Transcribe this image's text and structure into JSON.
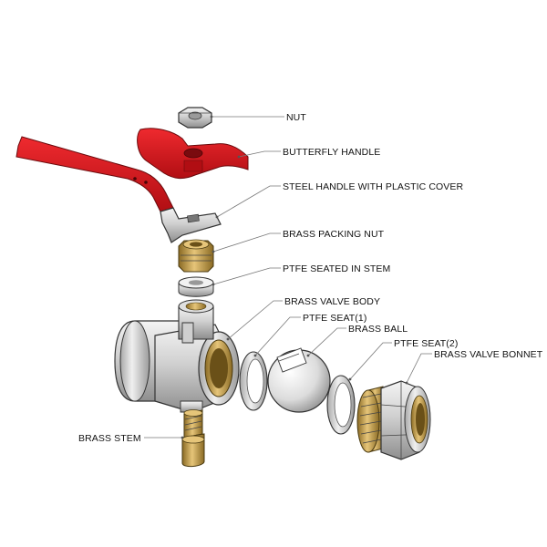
{
  "labels": {
    "nut": "NUT",
    "butterfly_handle": "BUTTERFLY HANDLE",
    "steel_handle": "STEEL HANDLE WITH PLASTIC COVER",
    "brass_packing_nut": "BRASS PACKING NUT",
    "ptfe_seated_in_stem": "PTFE SEATED IN STEM",
    "brass_valve_body": "BRASS VALVE BODY",
    "ptfe_seat_1": "PTFE SEAT(1)",
    "brass_ball": "BRASS BALL",
    "ptfe_seat_2": "PTFE SEAT(2)",
    "brass_valve_bonnet": "BRASS VALVE BONNET",
    "brass_stem": "BRASS STEM"
  },
  "colors": {
    "handle_red": "#d7141a",
    "handle_red_dark": "#a10d12",
    "brass": "#c9a24a",
    "brass_dark": "#8a6a24",
    "chrome": "#d9d9d9",
    "chrome_dark": "#9a9a9a",
    "leader": "#777777",
    "text": "#111111"
  }
}
